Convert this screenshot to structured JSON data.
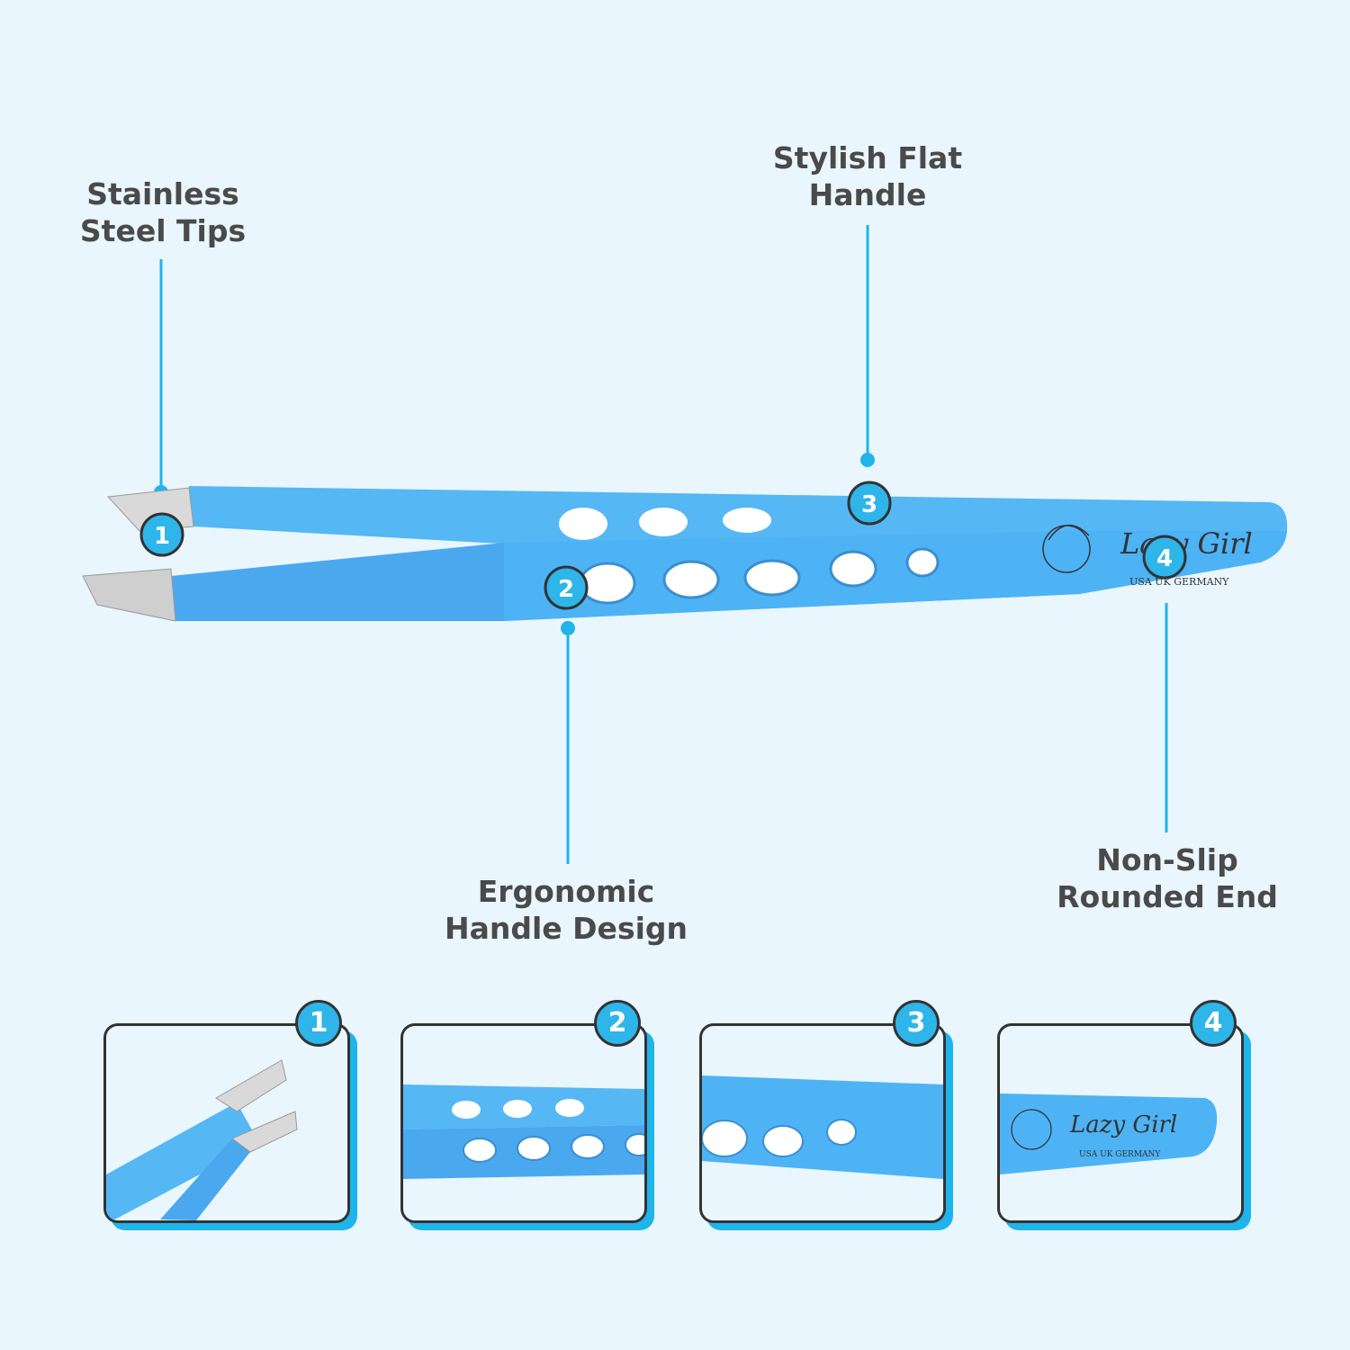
{
  "callouts": [
    {
      "number": "1",
      "line1": "Stainless",
      "line2": "Steel Tips"
    },
    {
      "number": "2",
      "line1": "Ergonomic",
      "line2": "Handle Design"
    },
    {
      "number": "3",
      "line1": "Stylish Flat",
      "line2": "Handle"
    },
    {
      "number": "4",
      "line1": "Non-Slip",
      "line2": "Rounded End"
    }
  ],
  "brand": {
    "name": "Lazy Girl",
    "countries": "USA  UK  GERMANY"
  },
  "panels": [
    {
      "number": "1"
    },
    {
      "number": "2"
    },
    {
      "number": "3"
    },
    {
      "number": "4"
    }
  ],
  "colors": {
    "background": "#e9f6fd",
    "tweezer_blue": "#4db3f5",
    "accent_blue": "#1fb4ec",
    "text": "#4a4a4a"
  }
}
